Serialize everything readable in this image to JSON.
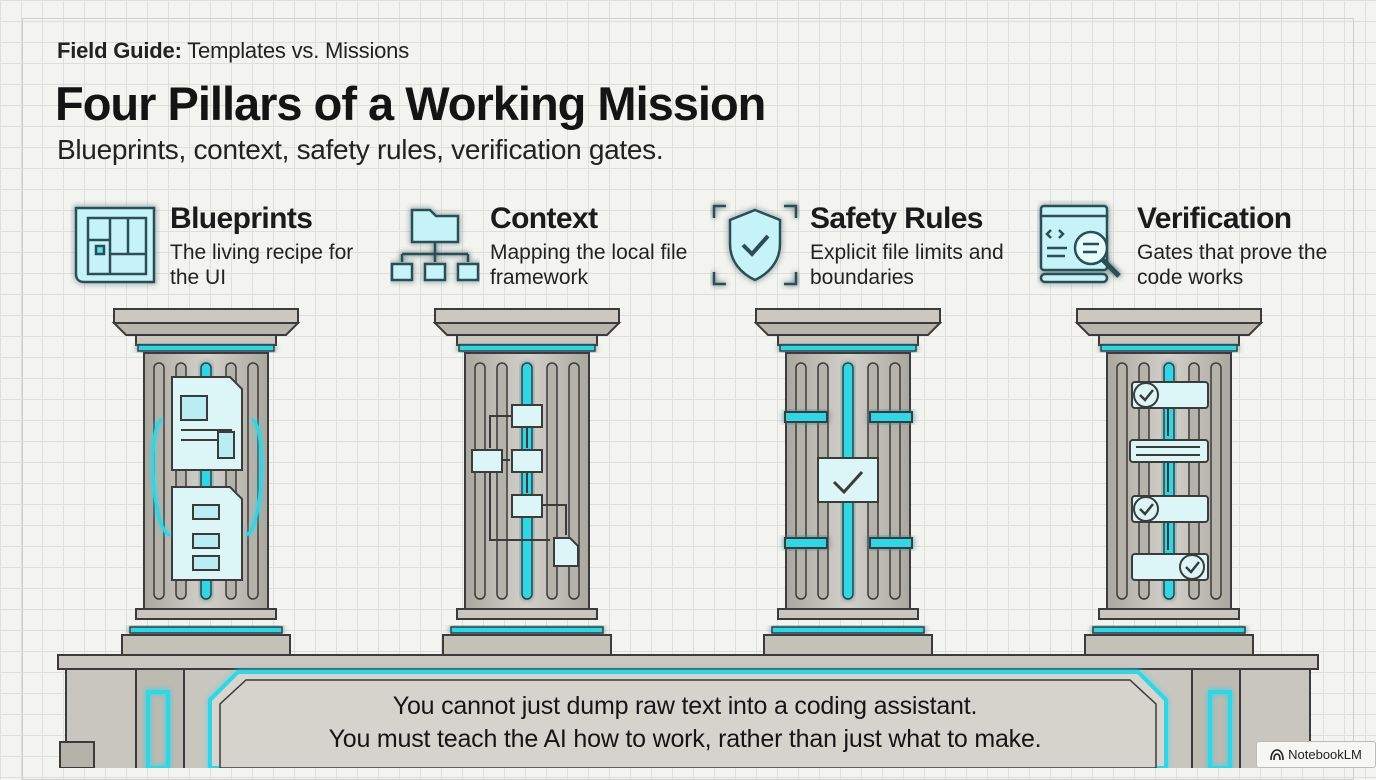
{
  "header": {
    "eyebrow_bold": "Field Guide:",
    "eyebrow_rest": " Templates vs. Missions",
    "title": "Four Pillars of a Working Mission",
    "subtitle": "Blueprints, context, safety rules, verification gates."
  },
  "pillars": [
    {
      "title": "Blueprints",
      "description": "The living recipe for the UI",
      "icon": "blueprint-icon"
    },
    {
      "title": "Context",
      "description": "Mapping the local file framework",
      "icon": "folder-tree-icon"
    },
    {
      "title": "Safety Rules",
      "description": "Explicit file limits and boundaries",
      "icon": "shield-check-icon"
    },
    {
      "title": "Verification",
      "description": "Gates that prove the code works",
      "icon": "code-search-icon"
    }
  ],
  "foundation": {
    "line1": "You cannot just dump raw text into a coding assistant.",
    "line2": "You must teach the AI how to work, rather than just what to make."
  },
  "badge": {
    "label": "NotebookLM"
  },
  "colors": {
    "accent": "#2fd6e6",
    "stone": "#c6c3bb",
    "ink": "#3b3b3b"
  }
}
